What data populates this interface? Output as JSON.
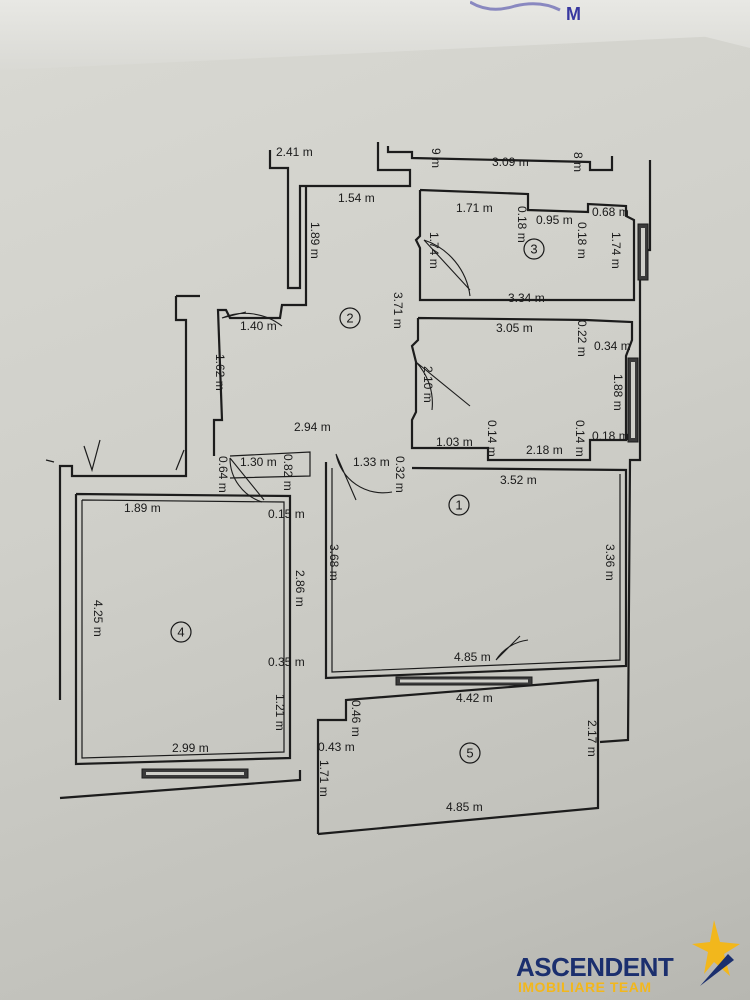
{
  "labels": {
    "d_241": "2.41 m",
    "d_9": "9 m",
    "d_309": "3.09 m",
    "d_8": "8 m",
    "d_154": "1.54 m",
    "d_189a": "1.89 m",
    "d_171": "1.71 m",
    "d_018a": "0.18 m",
    "d_095": "0.95 m",
    "d_068": "0.68 m",
    "d_018b": "0.18 m",
    "d_174a": "1.74 m",
    "d_174b": "1.74 m",
    "d_371": "3.71 m",
    "d_334": "3.34 m",
    "d_140": "1.40 m",
    "d_162": "1.62 m",
    "d_305": "3.05 m",
    "d_022": "0.22 m",
    "d_034": "0.34 m",
    "d_210": "2.10 m",
    "d_188": "1.88 m",
    "d_294": "2.94 m",
    "d_103": "1.03 m",
    "d_014a": "0.14 m",
    "d_218": "2.18 m",
    "d_014b": "0.14 m",
    "d_018c": "0.18 m",
    "d_130": "1.30 m",
    "d_082": "0.82 m",
    "d_133": "1.33 m",
    "d_032": "0.32 m",
    "d_064": "0.64 m",
    "d_352": "3.52 m",
    "d_189b": "1.89 m",
    "d_015": "0.15 m",
    "d_368": "3.68 m",
    "d_286": "2.86 m",
    "d_336": "3.36 m",
    "d_425": "4.25 m",
    "d_035": "0.35 m",
    "d_485a": "4.85 m",
    "d_442": "4.42 m",
    "d_121": "1.21 m",
    "d_046": "0.46 m",
    "d_217": "2.17 m",
    "d_043": "0.43 m",
    "d_299": "2.99 m",
    "d_171b": "1.71 m",
    "d_485b": "4.85 m"
  },
  "rooms": {
    "r1": "1",
    "r2": "2",
    "r3": "3",
    "r4": "4",
    "r5": "5"
  },
  "brand": {
    "name": "ASCENDENT",
    "team": "IMOBILIARE TEAM",
    "color_primary": "#1b2f6e",
    "color_accent": "#f2b71c"
  },
  "stamp": {
    "text": "M"
  }
}
